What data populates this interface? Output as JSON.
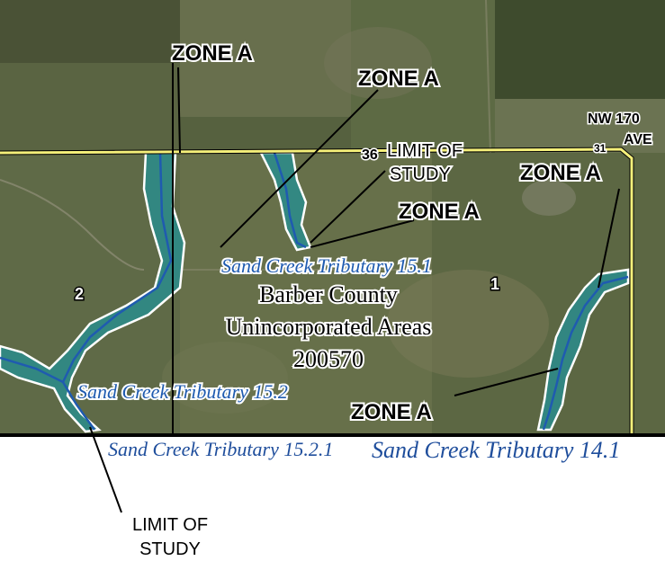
{
  "labels": {
    "zone_a_1": "ZONE A",
    "zone_a_2": "ZONE A",
    "zone_a_3": "ZONE A",
    "zone_a_4": "ZONE A",
    "zone_a_5": "ZONE A",
    "road_line1": "NW 170",
    "road_line2": "AVE",
    "section_36": "36",
    "section_31": "31",
    "limit_inside_line1": "LIMIT OF",
    "limit_inside_line2": "STUDY",
    "limit_outside_line1": "LIMIT OF",
    "limit_outside_line2": "STUDY",
    "county_line1": "Barber County",
    "county_line2": "Unincorporated Areas",
    "county_line3": "200570",
    "panel_1": "1",
    "panel_2": "2",
    "stream_15_1": "Sand Creek Tributary 15.1",
    "stream_15_2": "Sand Creek Tributary 15.2",
    "stream_15_2_1": "Sand Creek Tributary 15.2.1",
    "stream_14_1": "Sand Creek Tributary 14.1"
  },
  "colors": {
    "imagery_base": "#4f5d3c",
    "floodplain_fill": "#2a8c8c",
    "stream_line": "#1f5bb0",
    "study_boundary": "#f5f07a",
    "map_edge": "#000000"
  }
}
